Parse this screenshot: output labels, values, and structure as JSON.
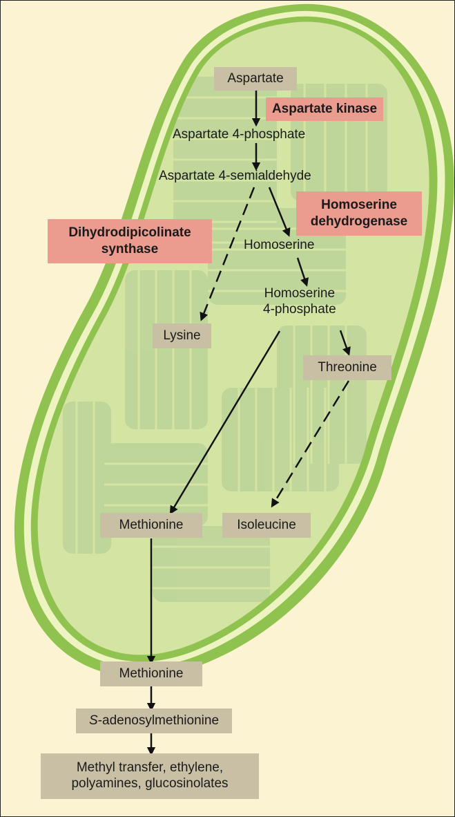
{
  "metabolites": {
    "aspartate": "Aspartate",
    "aspartate_4_phosphate": "Aspartate 4-phosphate",
    "aspartate_4_semialdehyde": "Aspartate 4-semialdehyde",
    "homoserine": "Homoserine",
    "homoserine_4_phosphate": "Homoserine\n4-phosphate",
    "lysine": "Lysine",
    "threonine": "Threonine",
    "methionine_plastid": "Methionine",
    "isoleucine": "Isoleucine",
    "methionine_cytosol": "Methionine",
    "sam_italic_prefix": "S",
    "sam_rest": "-adenosylmethionine",
    "end_products": "Methyl transfer, ethylene,\npolyamines, glucosinolates"
  },
  "enzymes": {
    "aspartate_kinase": "Aspartate kinase",
    "homoserine_dehydrogenase": "Homoserine\ndehydrogenase",
    "dihydrodipicolinate_synthase": "Dihydrodipicolinate\nsynthase"
  },
  "colors": {
    "background": "#fbf3d2",
    "plastid_outer": "#8fc24f",
    "plastid_stroma": "#d4e4a2",
    "thylakoid": "#bcd49a",
    "metabolite_box": "#c9bfa4",
    "enzyme_box": "#ec9b8f"
  }
}
